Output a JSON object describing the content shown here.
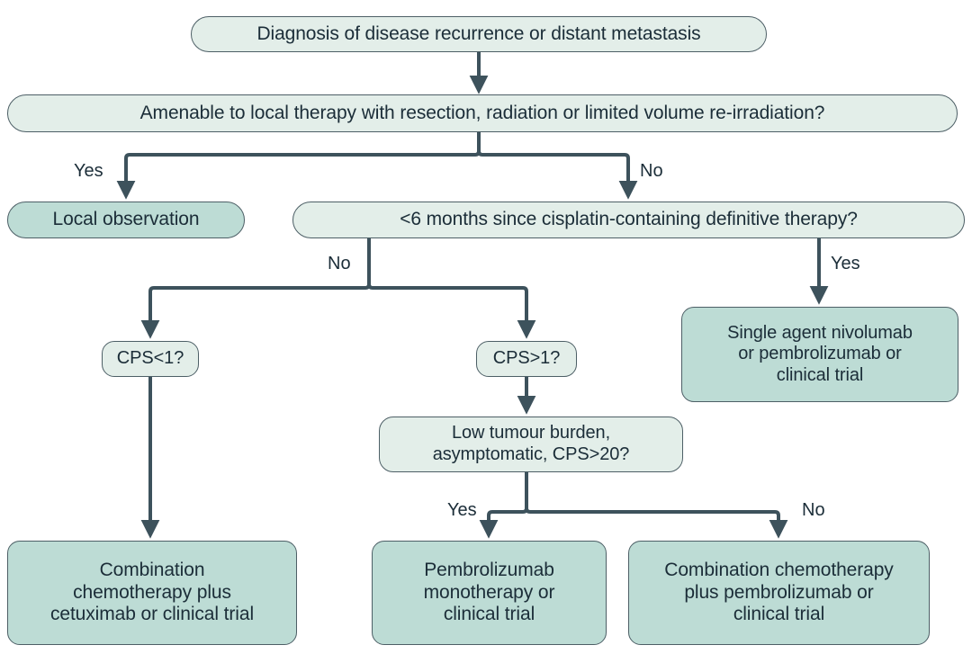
{
  "figure": {
    "type": "flowchart",
    "orientation": "top-down",
    "colors": {
      "decision_fill": "#e3eee9",
      "terminal_fill": "#bddcd5",
      "stroke": "#4d5f66",
      "text": "#1b2d38",
      "background": "#ffffff"
    }
  },
  "nodes": {
    "diagnosis": {
      "label": "Diagnosis of disease recurrence or distant metastasis",
      "kind": "decision"
    },
    "amenable": {
      "label": "Amenable to local therapy with resection, radiation or limited volume re-irradiation?",
      "kind": "decision"
    },
    "local_observation": {
      "label": "Local observation",
      "kind": "terminal"
    },
    "cisplatin": {
      "label": "<6 months since cisplatin-containing definitive therapy?",
      "kind": "decision"
    },
    "cps_lt1": {
      "label": "CPS<1?",
      "kind": "decision"
    },
    "cps_gt1": {
      "label": "CPS>1?",
      "kind": "decision"
    },
    "low_burden": {
      "label": "Low tumour burden,\nasymptomatic, CPS>20?",
      "kind": "decision"
    },
    "nivolumab": {
      "label": "Single agent nivolumab\nor pembrolizumab or\nclinical trial",
      "kind": "terminal"
    },
    "combo_cetuximab": {
      "label": "Combination\nchemotherapy plus\ncetuximab or clinical trial",
      "kind": "terminal"
    },
    "pembro_mono": {
      "label": "Pembrolizumab\nmonotherapy or\nclinical trial",
      "kind": "terminal"
    },
    "combo_pembro": {
      "label": "Combination chemotherapy\nplus pembrolizumab or\nclinical trial",
      "kind": "terminal"
    }
  },
  "edge_labels": {
    "yes_local": "Yes",
    "no_cisplatin": "No",
    "no_cps": "No",
    "yes_nivolumab": "Yes",
    "yes_pembro": "Yes",
    "no_combo": "No"
  }
}
